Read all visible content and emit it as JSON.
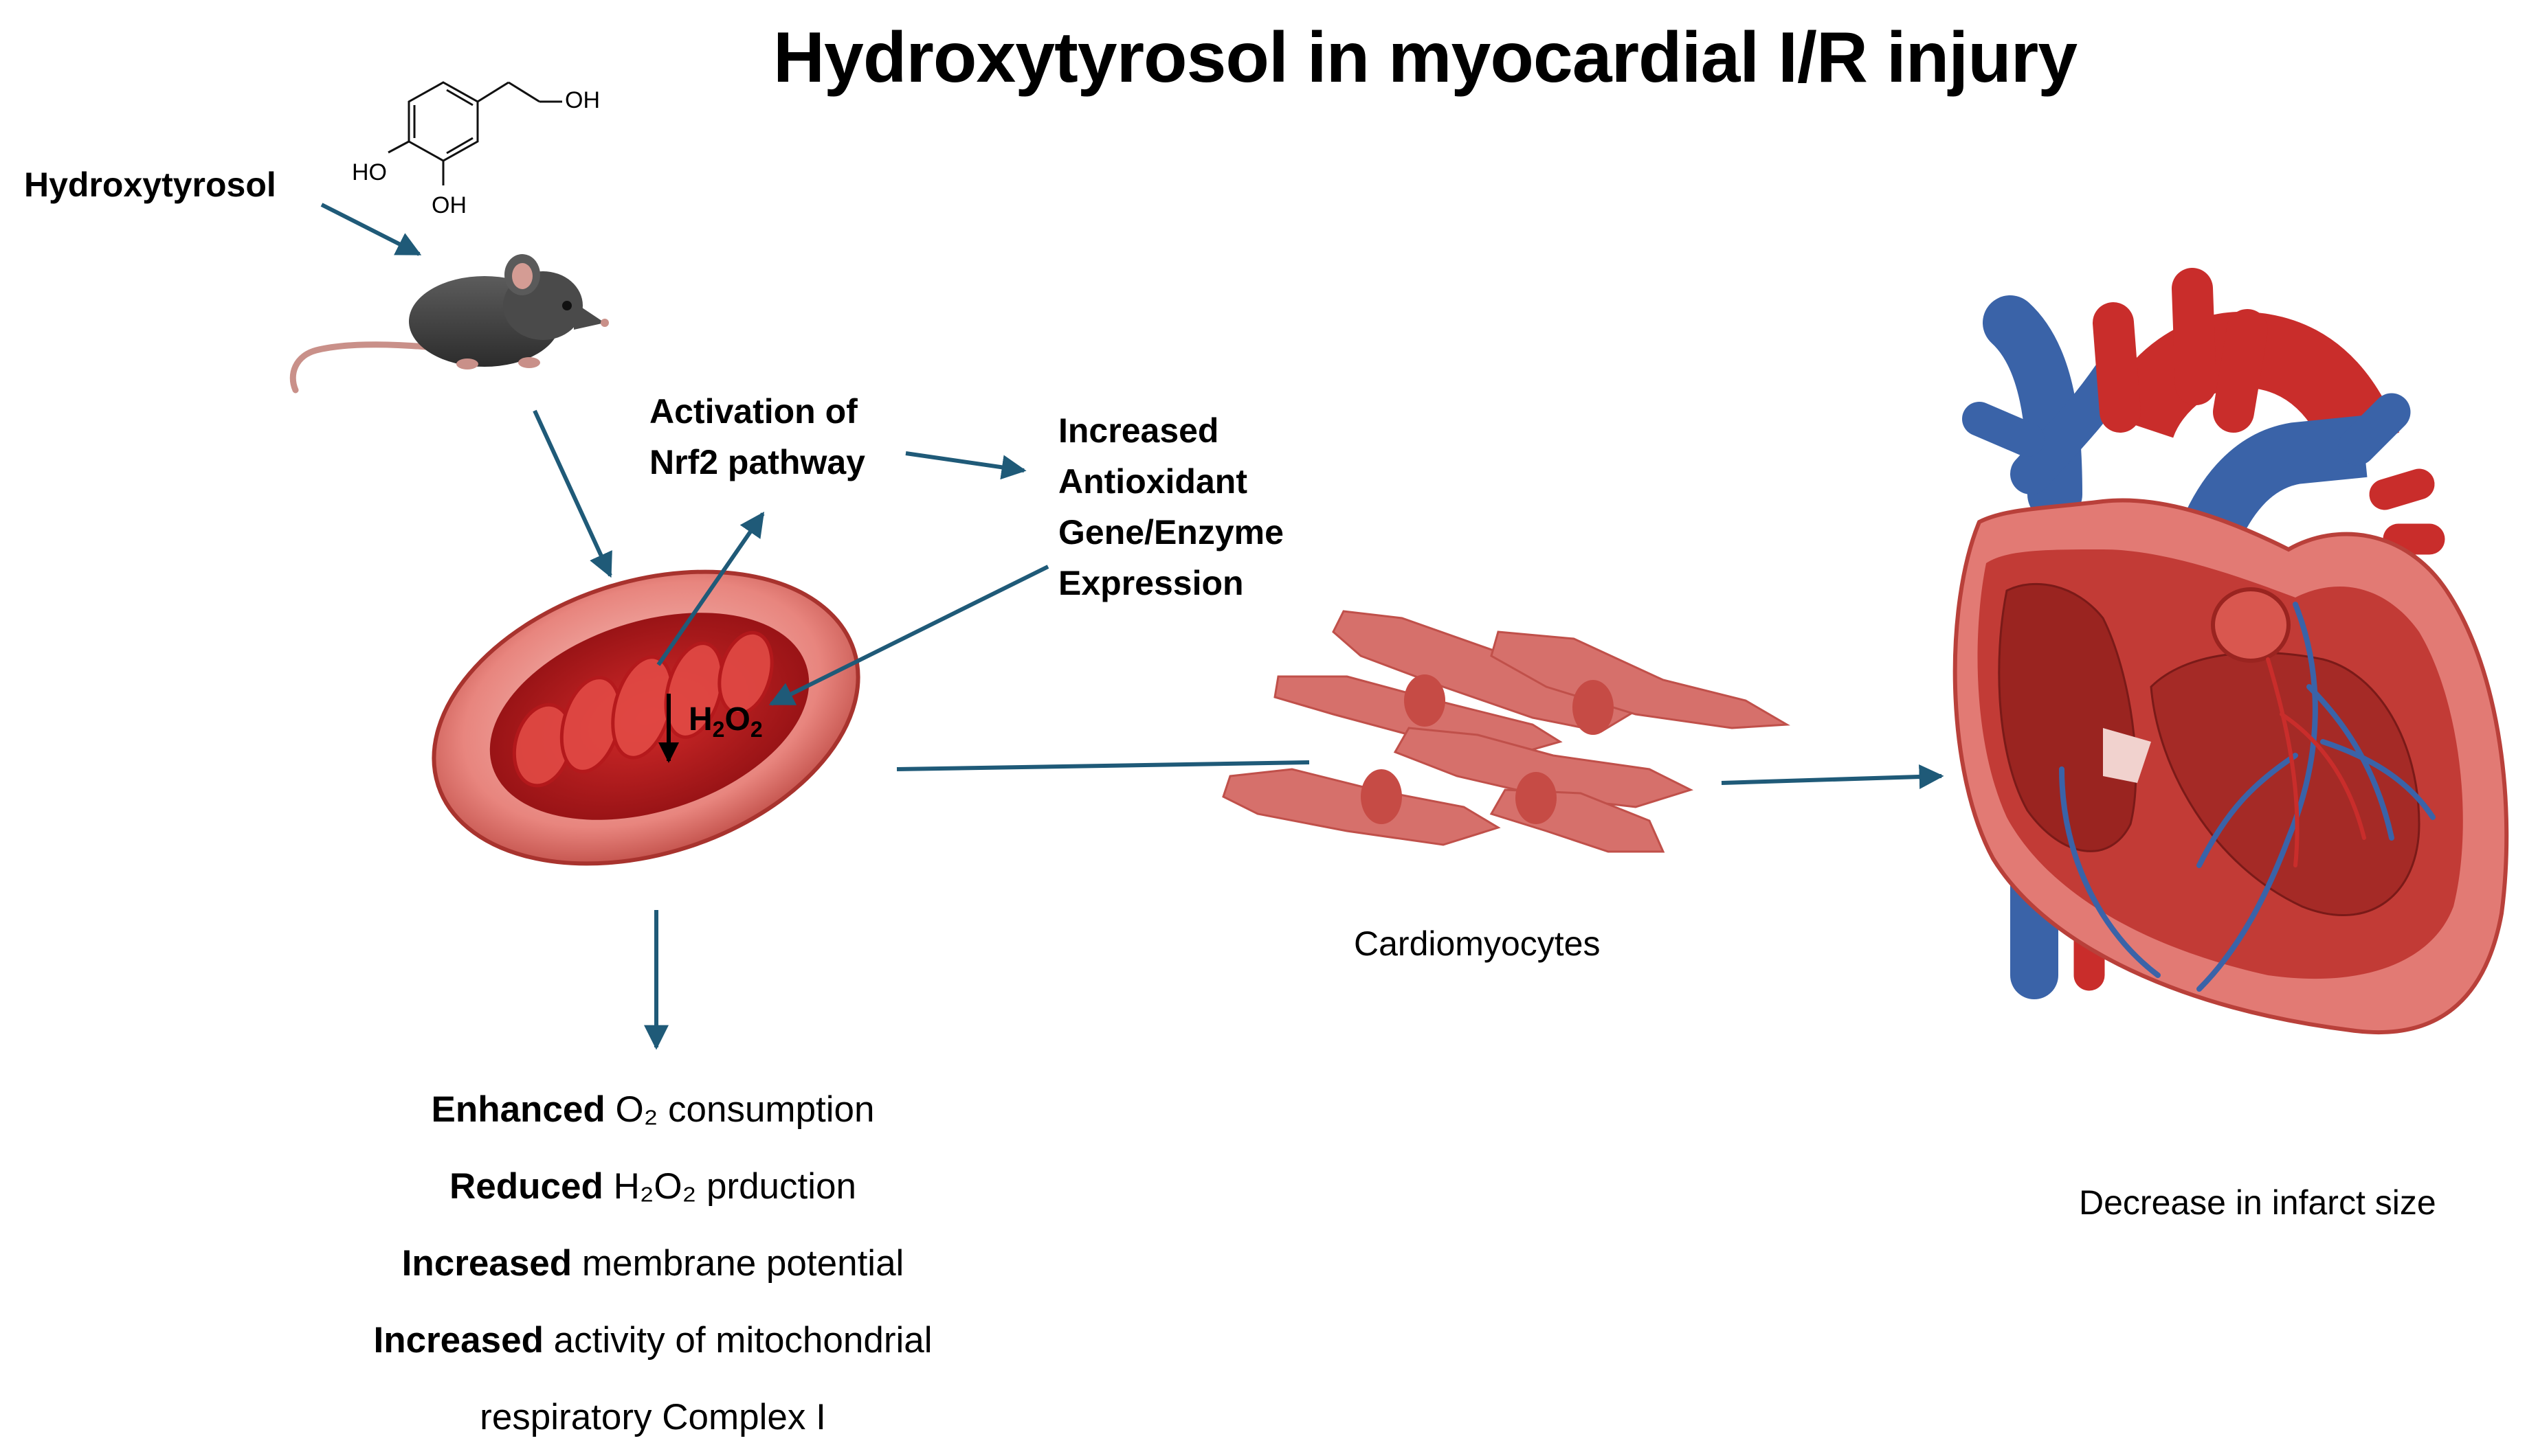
{
  "title": "Hydroxytyrosol in myocardial I/R injury",
  "compound": {
    "label": "Hydroxytyrosol",
    "structure_labels": {
      "top": "OH",
      "left": "HO",
      "bottom": "OH"
    }
  },
  "nrf2": {
    "line1": "Activation of",
    "line2": "Nrf2 pathway"
  },
  "antioxidant": {
    "line1": "Increased",
    "line2": "Antioxidant",
    "line3": "Gene/Enzyme",
    "line4": "Expression"
  },
  "mito_label": {
    "main": "H",
    "sub1": "2",
    "mid": "O",
    "sub2": "2"
  },
  "cardiomyocytes": {
    "label": "Cardiomyocytes"
  },
  "heart": {
    "label": "Decrease in infarct size"
  },
  "effects": [
    {
      "bold": "Enhanced",
      "rest": " O₂ consumption"
    },
    {
      "bold": "Reduced",
      "rest": " H₂O₂ prduction"
    },
    {
      "bold": "Increased",
      "rest": " membrane potential"
    },
    {
      "bold": "Increased",
      "rest": " activity of mitochondrial"
    },
    {
      "bold": "",
      "rest": "respiratory Complex I"
    }
  ],
  "colors": {
    "arrow": "#1f5a78",
    "tissue": "#c8504a",
    "vein": "#3a63a8",
    "artery": "#c92d2b",
    "mouse": "#3e3e3e"
  }
}
